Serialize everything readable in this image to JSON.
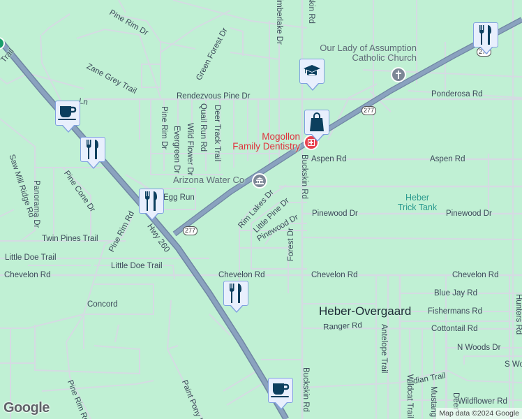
{
  "map": {
    "place": "Heber-Overgaard",
    "background_color": "#c0f0d4",
    "highway_color": "#8aa2bf",
    "road_color": "#d8dde6",
    "highways": [
      {
        "label": "Hwy 260"
      },
      {
        "label": "277"
      }
    ],
    "streets": {
      "pine_rim_dr_top": "Pine Rim Dr",
      "zane_grey": "Zane Grey Trail",
      "green_forest": "Green Forest Dr",
      "timberlake": "Timberlake Dr",
      "buckskin_top": "Buckskin Rd",
      "rendezvous": "Rendezvous Pine Dr",
      "ln_frag": "Ln",
      "trail_frag": "Trail",
      "pine_rim_dr_vert": "Pine Rim Dr",
      "evergreen": "Evergreen Dr",
      "wild_flower": "Wild Flower Dr",
      "quail_run": "Quail Run Rd",
      "deer_track": "Deer Track Trail",
      "ponderosa": "Ponderosa Rd",
      "aspen_1": "Aspen Rd",
      "aspen_2": "Aspen Rd",
      "buckskin_mid": "Buckskin Rd",
      "saw_mill": "Saw Mill Ridge Rd",
      "panorama": "Panorama Dr",
      "pine_cone": "Pine Cone Dr",
      "egg_run": "Egg Run",
      "rim_lakes": "Rim Lakes Dr",
      "little_pine": "Little Pine Dr",
      "pinewood_diag": "Pinewood Dr",
      "pinewood_1": "Pinewood Dr",
      "pinewood_2": "Pinewood Dr",
      "forest_dr": "Forest Dr",
      "twin_pines": "Twin Pines Trail",
      "pine_rim_rd": "Pine Rim Rd",
      "little_doe_1": "Little Doe Trail",
      "little_doe_2": "Little Doe Trail",
      "chevelon_1": "Chevelon Rd",
      "chevelon_2": "Chevelon Rd",
      "chevelon_3": "Chevelon Rd",
      "chevelon_4": "Chevelon Rd",
      "blue_jay": "Blue Jay Rd",
      "fishermans": "Fishermans Rd",
      "hunters": "Hunters Rd",
      "concord": "Concord",
      "ranger": "Ranger Rd",
      "cottontail": "Cottontail Rd",
      "antelope": "Antelope Trail",
      "n_woods": "N Woods Dr",
      "s_woods": "S Wo",
      "indian": "Indian Trail",
      "wildcat": "Wildcat Trail",
      "mustang": "Mustang",
      "deer": "Deer",
      "wildflower_rd": "Wildflower Rd",
      "buckskin_bottom": "Buckskin Rd",
      "pine_rim_rd_bottom": "Pine Rim Rd",
      "paint_pony": "Paint Pony Ln"
    },
    "pois": {
      "church": "Our Lady of Assumption Catholic Church",
      "church_line1": "Our Lady of Assumption",
      "church_line2": "Catholic Church",
      "dentistry_line1": "Mogollon",
      "dentistry_line2": "Family Dentistry",
      "water_co": "Arizona Water Co",
      "water_line1": "Heber",
      "water_line2": "Trick Tank"
    },
    "markers": [
      {
        "type": "restaurant",
        "icon": "fork-knife-icon"
      },
      {
        "type": "school",
        "icon": "graduation-cap-icon"
      },
      {
        "type": "shopping",
        "icon": "shopping-bag-icon"
      },
      {
        "type": "cafe",
        "icon": "coffee-cup-icon"
      },
      {
        "type": "restaurant",
        "icon": "fork-knife-icon"
      },
      {
        "type": "restaurant",
        "icon": "fork-knife-icon"
      },
      {
        "type": "restaurant",
        "icon": "fork-knife-icon"
      },
      {
        "type": "cafe",
        "icon": "coffee-cup-icon"
      }
    ],
    "logo": "Google",
    "attribution": "Map data ©2024 Google"
  }
}
